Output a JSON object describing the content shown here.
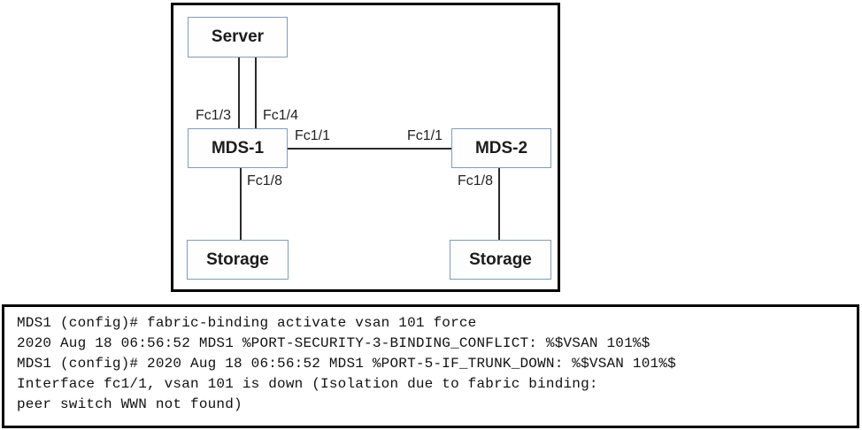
{
  "diagram": {
    "nodes": {
      "server": "Server",
      "mds1": "MDS-1",
      "mds2": "MDS-2",
      "storage_left": "Storage",
      "storage_right": "Storage"
    },
    "port_labels": {
      "fc13": "Fc1/3",
      "fc14": "Fc1/4",
      "fc11_left": "Fc1/1",
      "fc11_right": "Fc1/1",
      "fc18_left": "Fc1/8",
      "fc18_right": "Fc1/8"
    },
    "colors": {
      "node_border": "#7f9db9",
      "link_line": "#2a2a2a",
      "frame_border": "#000000"
    }
  },
  "console": {
    "lines": [
      "MDS1 (config)# fabric-binding activate vsan 101 force",
      "2020 Aug 18 06:56:52 MDS1 %PORT-SECURITY-3-BINDING_CONFLICT: %$VSAN 101%$",
      "MDS1 (config)# 2020 Aug 18 06:56:52 MDS1 %PORT-5-IF_TRUNK_DOWN: %$VSAN 101%$",
      "Interface fc1/1, vsan 101 is down (Isolation due to fabric binding:",
      "peer switch WWN not found)"
    ]
  }
}
